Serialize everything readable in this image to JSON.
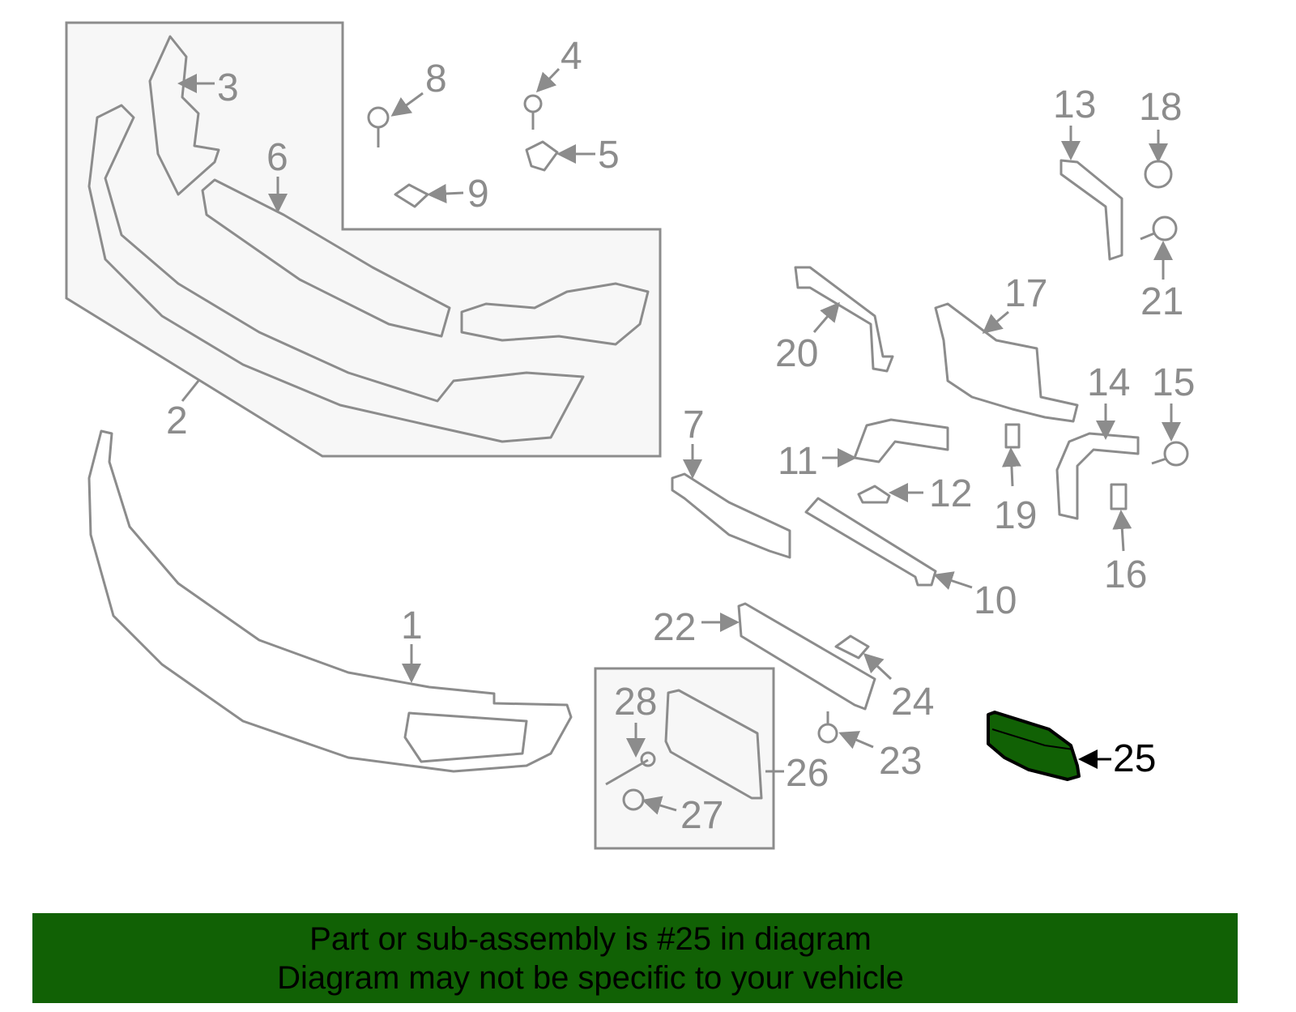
{
  "highlight_color": "#116105",
  "highlighted_part": "25",
  "callouts": {
    "p1": "1",
    "p2": "2",
    "p3": "3",
    "p4": "4",
    "p5": "5",
    "p6": "6",
    "p7": "7",
    "p8": "8",
    "p9": "9",
    "p10": "10",
    "p11": "11",
    "p12": "12",
    "p13": "13",
    "p14": "14",
    "p15": "15",
    "p16": "16",
    "p17": "17",
    "p18": "18",
    "p19": "19",
    "p20": "20",
    "p21": "21",
    "p22": "22",
    "p23": "23",
    "p24": "24",
    "p25": "25",
    "p26": "26",
    "p27": "27",
    "p28": "28"
  },
  "banner": {
    "line1": "Part or sub-assembly is #25 in diagram",
    "line2": "Diagram may not be specific to your vehicle"
  }
}
